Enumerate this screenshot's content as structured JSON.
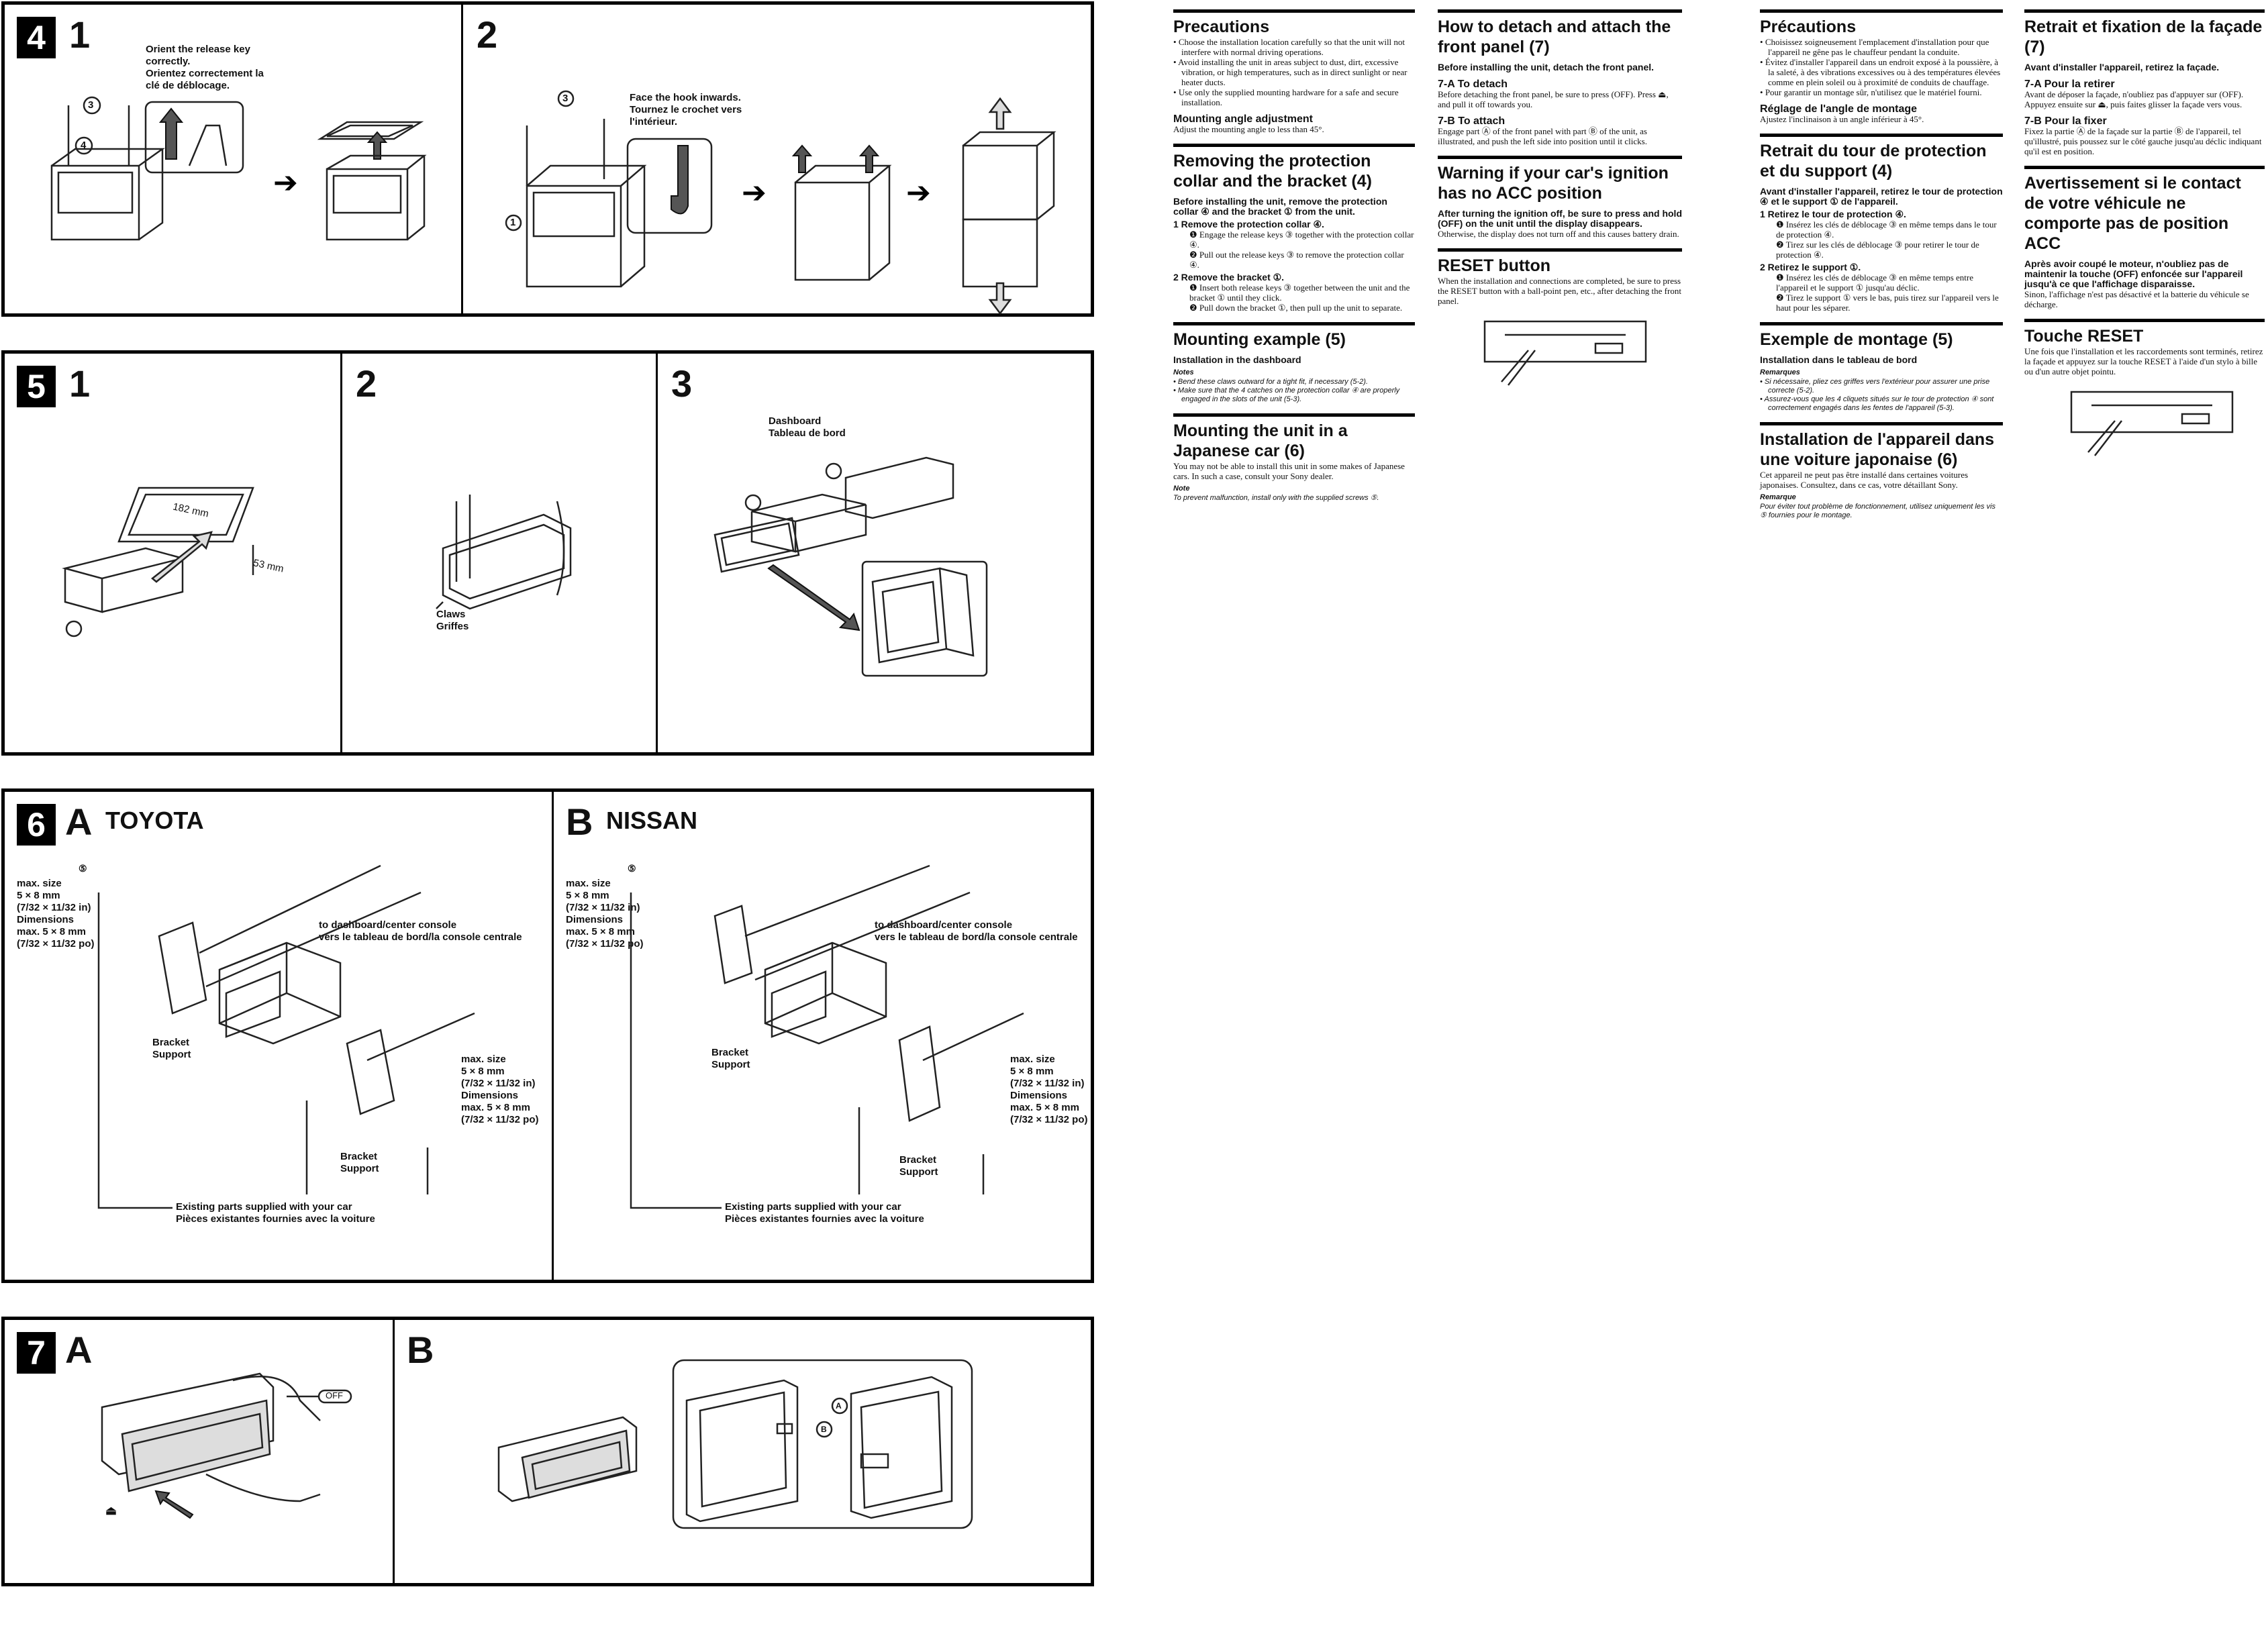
{
  "fig4": {
    "badge": "4",
    "step1": "1",
    "step2": "2",
    "label_release_key": "Orient the release key\ncorrectly.\nOrientez correctement la\nclé de déblocage.",
    "label_hook": "Face the hook inwards.\nTournez le crochet vers\nl'intérieur.",
    "callout_3": "3",
    "callout_4": "4",
    "callout_1": "1",
    "arrow": "➔"
  },
  "fig5": {
    "badge": "5",
    "step1": "1",
    "step2": "2",
    "step3": "3",
    "dim_182": "182 mm",
    "dim_53": "53 mm",
    "label_claws": "Claws\nGriffes",
    "label_dashboard": "Dashboard\nTableau de bord"
  },
  "fig6": {
    "badge": "6",
    "a_letter": "A",
    "a_brand": "TOYOTA",
    "b_letter": "B",
    "b_brand": "NISSAN",
    "max_size": "max. size\n5 × 8 mm\n(7/32 × 11/32 in)\nDimensions\nmax. 5 × 8 mm\n(7/32 × 11/32 po)",
    "to_dashboard": "to dashboard/center console\nvers le tableau de bord/la console centrale",
    "bracket": "Bracket\nSupport",
    "existing": "Existing parts supplied with your car\nPièces existantes fournies avec la voiture"
  },
  "fig7": {
    "badge": "7",
    "a_letter": "A",
    "b_letter": "B",
    "off_label": "OFF",
    "callout_a": "A",
    "callout_b": "B"
  },
  "en": {
    "precautions_h": "Precautions",
    "precautions": [
      "Choose the installation location carefully so that the unit will not interfere with normal driving operations.",
      "Avoid installing the unit in areas subject to dust, dirt, excessive vibration, or high temperatures, such as in direct sunlight or near heater ducts.",
      "Use only the supplied mounting hardware for a safe and secure installation."
    ],
    "angle_h": "Mounting angle adjustment",
    "angle_t": "Adjust the mounting angle to less than 45°.",
    "remove_h": "Removing the protection collar and the bracket (4)",
    "remove_intro": "Before installing the unit, remove the protection collar ④ and the bracket ① from the unit.",
    "remove_s1": "1  Remove the protection collar ④.",
    "remove_s1a": "❶ Engage the release keys ③ together with the protection collar ④.",
    "remove_s1b": "❷ Pull out the release keys ③ to remove the protection collar ④.",
    "remove_s2": "2  Remove the bracket ①.",
    "remove_s2a": "❶ Insert both release keys ③ together between the unit and the bracket ① until they click.",
    "remove_s2b": "❷ Pull down the bracket ①, then pull up the unit to separate.",
    "mount_h": "Mounting example (5)",
    "mount_sub": "Installation in the dashboard",
    "mount_notes_h": "Notes",
    "mount_notes": [
      "Bend these claws outward for a tight fit, if necessary (5-2).",
      "Make sure that the 4 catches on the protection collar ④ are properly engaged in the slots of the unit (5-3)."
    ],
    "japanese_h": "Mounting the unit in a Japanese car (6)",
    "japanese_t": "You may not be able to install this unit in some makes of Japanese cars. In such a case, consult your Sony dealer.",
    "japanese_note_h": "Note",
    "japanese_note": "To prevent malfunction, install only with the supplied screws ⑤.",
    "detach_h": "How to detach and attach the front panel (7)",
    "detach_intro": "Before installing the unit, detach the front panel.",
    "detach_a_h": "7-A To detach",
    "detach_a_t": "Before detaching the front panel, be sure to press (OFF). Press ⏏, and pull it off towards you.",
    "detach_b_h": "7-B To attach",
    "detach_b_t": "Engage part Ⓐ of the front panel with part Ⓑ of the unit, as illustrated, and push the left side into position until it clicks.",
    "acc_h": "Warning if your car's ignition has no ACC position",
    "acc_bold": "After turning the ignition off, be sure to press and hold (OFF) on the unit until the display disappears.",
    "acc_t": "Otherwise, the display does not turn off and this causes battery drain.",
    "reset_h": "RESET button",
    "reset_t": "When the installation and connections are completed, be sure to press the RESET button with a ball-point pen, etc., after detaching the front panel."
  },
  "fr": {
    "precautions_h": "Précautions",
    "precautions": [
      "Choisissez soigneusement l'emplacement d'installation pour que l'appareil ne gêne pas le chauffeur pendant la conduite.",
      "Évitez d'installer l'appareil dans un endroit exposé à la poussière, à la saleté, à des vibrations excessives ou à des températures élevées comme en plein soleil ou à proximité de conduits de chauffage.",
      "Pour garantir un montage sûr, n'utilisez que le matériel fourni."
    ],
    "angle_h": "Réglage de l'angle de montage",
    "angle_t": "Ajustez l'inclinaison à un angle inférieur à 45°.",
    "remove_h": "Retrait du tour de protection et du support (4)",
    "remove_intro": "Avant d'installer l'appareil, retirez le tour de protection ④ et le support ① de l'appareil.",
    "remove_s1": "1  Retirez le tour de protection ④.",
    "remove_s1a": "❶ Insérez les clés de déblocage ③ en même temps dans le tour de protection ④.",
    "remove_s1b": "❷ Tirez sur les clés de déblocage ③ pour retirer le tour de protection ④.",
    "remove_s2": "2  Retirez le support ①.",
    "remove_s2a": "❶ Insérez les clés de déblocage ③ en même temps entre l'appareil et le support ① jusqu'au déclic.",
    "remove_s2b": "❷ Tirez le support ① vers le bas, puis tirez sur l'appareil vers le haut pour les séparer.",
    "mount_h": "Exemple de montage (5)",
    "mount_sub": "Installation dans le tableau de bord",
    "mount_notes_h": "Remarques",
    "mount_notes": [
      "Si nécessaire, pliez ces griffes vers l'extérieur pour assurer une prise correcte (5-2).",
      "Assurez-vous que les 4 cliquets situés sur le tour de protection ④ sont correctement engagés dans les fentes de l'appareil (5-3)."
    ],
    "japanese_h": "Installation de l'appareil dans une voiture japonaise (6)",
    "japanese_t": "Cet appareil ne peut pas être installé dans certaines voitures japonaises. Consultez, dans ce cas, votre détaillant Sony.",
    "japanese_note_h": "Remarque",
    "japanese_note": "Pour éviter tout problème de fonctionnement, utilisez uniquement les vis ⑤ fournies pour le montage.",
    "detach_h": "Retrait et fixation de la façade (7)",
    "detach_intro": "Avant d'installer l'appareil, retirez la façade.",
    "detach_a_h": "7-A Pour la retirer",
    "detach_a_t": "Avant de déposer la façade, n'oubliez pas d'appuyer sur (OFF). Appuyez ensuite sur ⏏, puis faites glisser la façade vers vous.",
    "detach_b_h": "7-B Pour la fixer",
    "detach_b_t": "Fixez la partie Ⓐ de la façade sur la partie Ⓑ de l'appareil, tel qu'illustré, puis poussez sur le côté gauche jusqu'au déclic indiquant qu'il est en position.",
    "acc_h": "Avertissement si le contact de votre véhicule ne comporte pas de position ACC",
    "acc_bold": "Après avoir coupé le moteur, n'oubliez pas de maintenir la touche (OFF) enfoncée sur l'appareil jusqu'à ce que l'affichage disparaisse.",
    "acc_t": "Sinon, l'affichage n'est pas désactivé et la batterie du véhicule se décharge.",
    "reset_h": "Touche RESET",
    "reset_t": "Une fois que l'installation et les raccordements sont terminés, retirez la façade et appuyez sur la touche RESET à l'aide d'un stylo à bille ou d'un autre objet pointu."
  }
}
